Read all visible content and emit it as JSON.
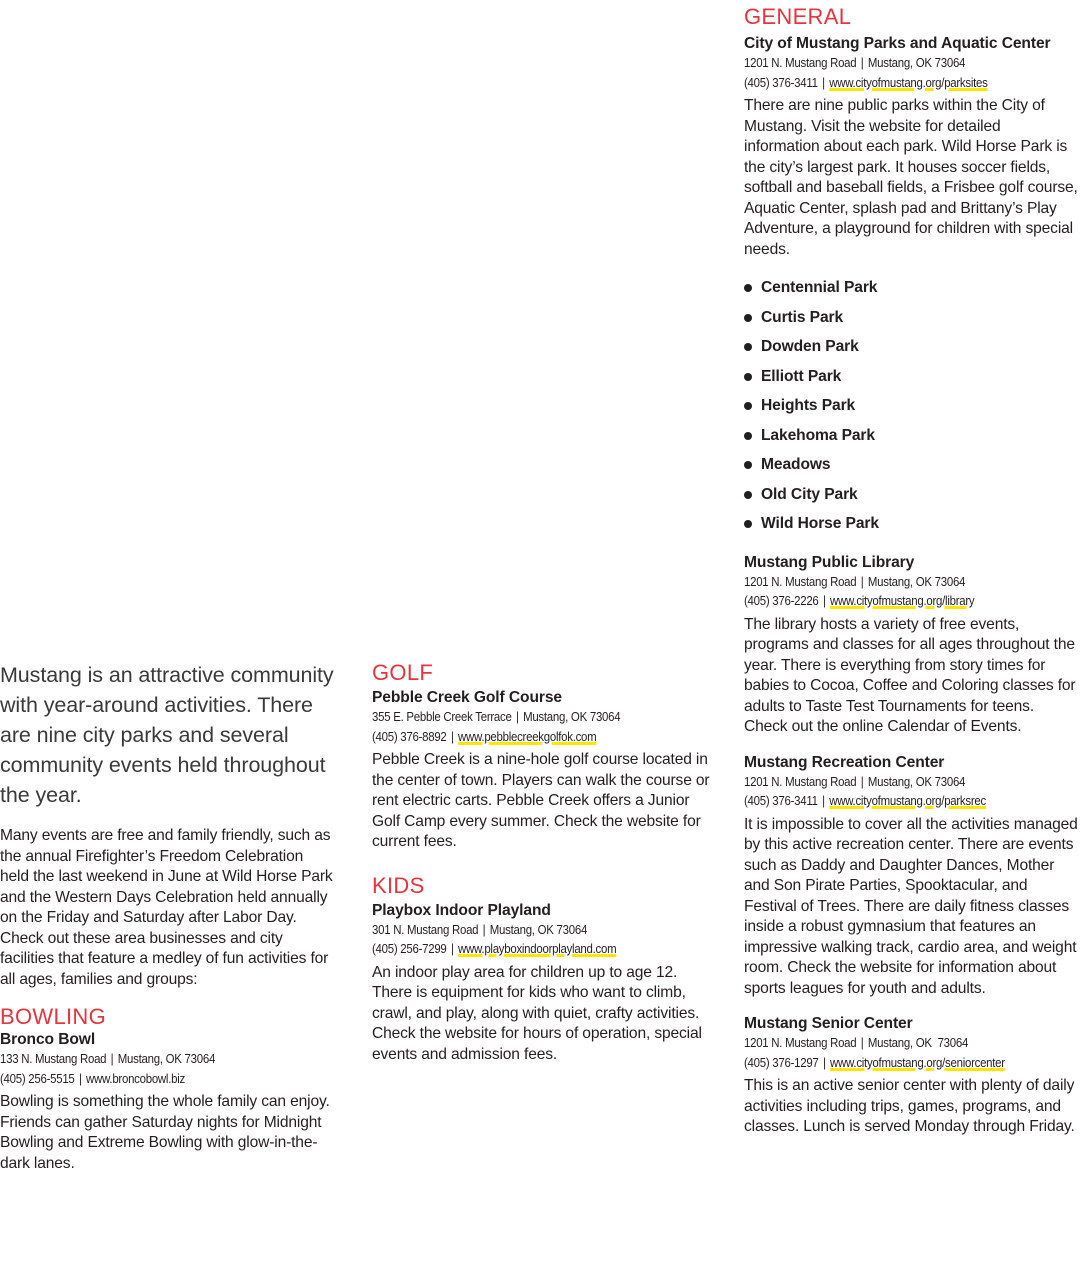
{
  "left": {
    "intro": "Mustang is an attractive community with year-around activities. There are nine city parks and several community events held throughout the year.",
    "events_text": "Many events are free and family friendly, such as the annual Firefighter’s Freedom Celebration held the last weekend in June at Wild Horse Park and the Western Days Celebration held annually on the Friday and Saturday after Labor Day. Check out these area businesses and city facilities that feature a medley of fun activities for all ages, families and groups:",
    "bowling": {
      "heading": "BOWLING",
      "name": "Bronco Bowl",
      "address": "133 N. Mustang Road",
      "city": "Mustang, OK 73064",
      "phone": "(405) 256-5515",
      "website": "www.broncobowl.biz",
      "description": "Bowling is something the whole family can enjoy. Friends can gather Saturday nights for Midnight Bowling and Extreme Bowling with glow-in-the-dark lanes."
    }
  },
  "middle": {
    "golf": {
      "heading": "GOLF",
      "name": "Pebble Creek Golf Course",
      "address": "355 E. Pebble Creek Terrace",
      "city": "Mustang, OK 73064",
      "phone": "(405) 376-8892",
      "website": "www.pebblecreekgolfok.com",
      "description": "Pebble Creek is a nine-hole golf course located in the center of town. Players can walk the course or rent electric carts. Pebble Creek offers a Junior Golf Camp every summer. Check the website for current fees."
    },
    "kids": {
      "heading": "KIDS",
      "name": "Playbox Indoor Playland",
      "address": "301 N. Mustang Road",
      "city": "Mustang, OK 73064",
      "phone": "(405) 256-7299",
      "website": "www.playboxindoorplayland.com",
      "description": "An indoor play area for children up to age 12. There is equipment for kids who want to climb, crawl, and play, along with quiet, crafty activities. Check the website for hours of operation, special events and admission fees."
    }
  },
  "right": {
    "heading": "GENERAL",
    "parks_center": {
      "name": "City of Mustang Parks and Aquatic Center",
      "address": "1201 N. Mustang Road",
      "city": "Mustang, OK 73064",
      "phone": "(405) 376-3411",
      "website": "www.cityofmustang.org/parksites",
      "description": "There are nine public parks within the City of Mustang. Visit the website for detailed information about each park. Wild Horse Park is the city’s largest park. It houses soccer fields, softball and baseball fields, a Frisbee golf course, Aquatic Center, splash pad and Brittany’s Play Adventure, a playground for children with special needs."
    },
    "parks": [
      "Centennial Park",
      "Curtis Park",
      "Dowden Park",
      "Elliott Park",
      "Heights Park",
      "Lakehoma Park",
      "Meadows",
      "Old City Park",
      "Wild Horse Park"
    ],
    "library": {
      "name": "Mustang Public Library",
      "address": "1201 N. Mustang Road",
      "city": "Mustang, OK 73064",
      "phone": "(405) 376-2226",
      "website": "www.cityofmustang.org/library",
      "description": "The library hosts a variety of free events, programs and classes for all ages throughout the year. There is everything from story times for babies to Cocoa, Coffee and Coloring classes for adults to Taste Test Tournaments for teens. Check out the online Calendar of Events."
    },
    "recreation": {
      "name": "Mustang Recreation Center",
      "address": "1201 N. Mustang Road",
      "city": "Mustang, OK 73064",
      "phone": "(405) 376-3411",
      "website": "www.cityofmustang.org/parksrec",
      "description": "It is impossible to cover all the activities managed by this active recreation center. There are events such as Daddy and Daughter Dances, Mother and Son Pirate Parties, Spooktacular, and Festival of Trees. There are daily fitness classes inside a robust gymnasium that features an impressive walking track, cardio area, and weight room. Check the website for information about sports leagues for youth and adults."
    },
    "senior": {
      "name": "Mustang Senior Center",
      "address": "1201 N. Mustang Road",
      "city": "Mustang, OK  73064",
      "phone": "(405) 376-1297",
      "website": "www.cityofmustang.org/seniorcenter",
      "description": "This is an active senior center with plenty of daily activities including trips, games, programs, and classes. Lunch is served Monday through Friday."
    }
  }
}
